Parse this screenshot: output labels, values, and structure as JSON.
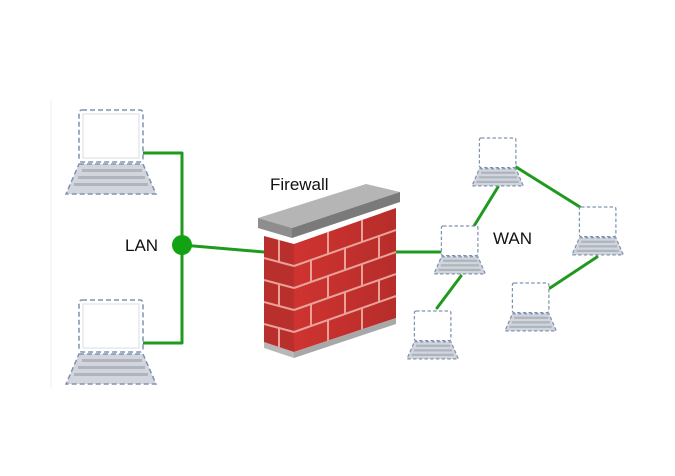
{
  "labels": {
    "firewall": "Firewall",
    "lan": "LAN",
    "wan": "WAN"
  },
  "colors": {
    "link": "#1f9a1f",
    "hub": "#12a312",
    "laptop_outline": "#7f93b0",
    "laptop_keyboard": "#c9ced6",
    "brick": "#c8302c",
    "mortar": "#e9a29a",
    "cap": "#8e8e8e"
  },
  "nodes": {
    "lan_laptops": [
      "laptop",
      "laptop"
    ],
    "wan_laptops": [
      "laptop",
      "laptop",
      "laptop",
      "laptop",
      "laptop"
    ]
  }
}
